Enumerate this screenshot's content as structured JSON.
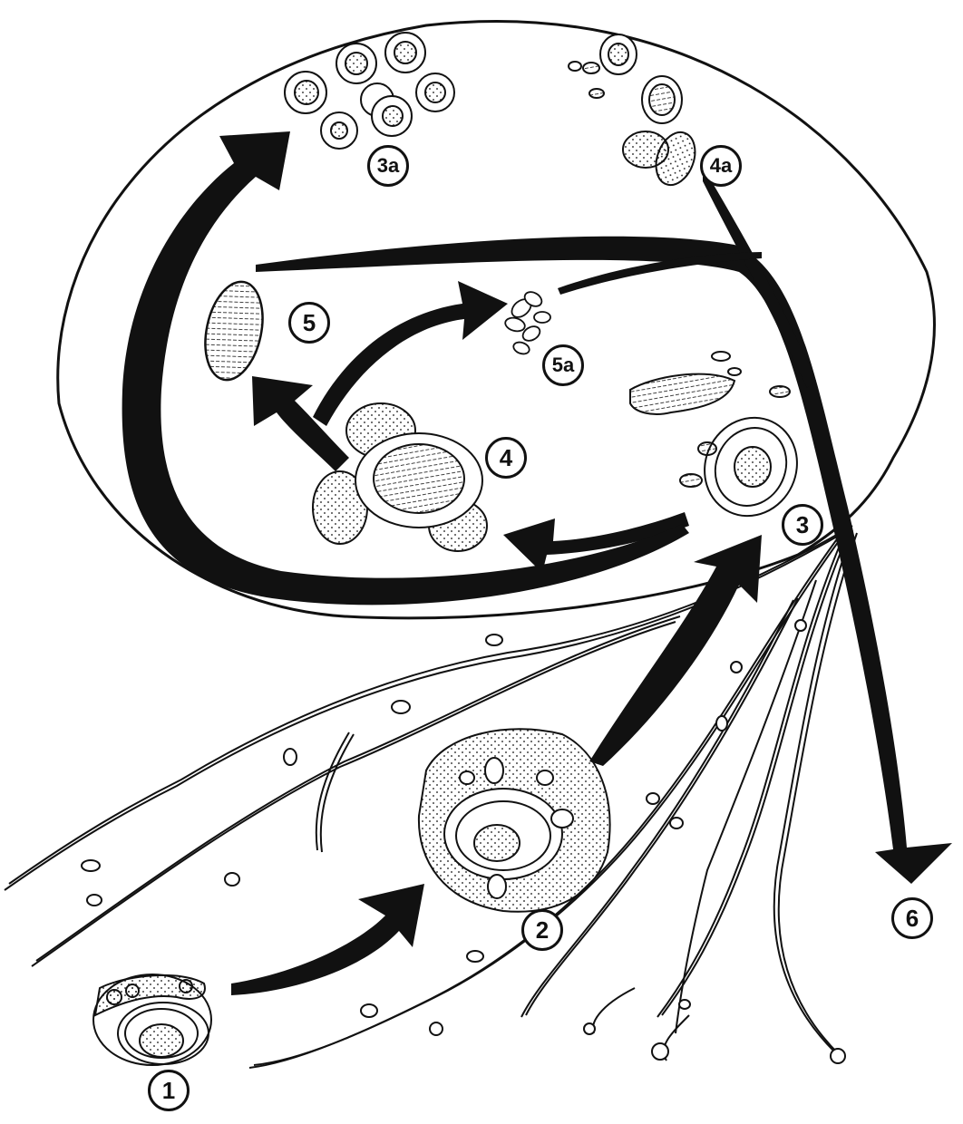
{
  "diagram": {
    "labels": {
      "1": "1",
      "2": "2",
      "3": "3",
      "3a": "3a",
      "4": "4",
      "4a": "4a",
      "5": "5",
      "5a": "5a",
      "6": "6"
    }
  },
  "colors": {
    "ink": "#111111",
    "background": "#ffffff"
  }
}
